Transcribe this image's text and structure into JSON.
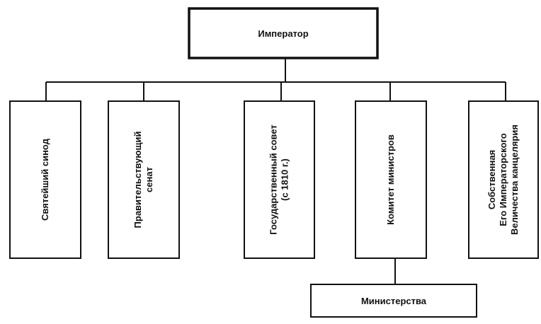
{
  "root": {
    "label": "Император"
  },
  "children": [
    {
      "lines": [
        "Святейший синод"
      ]
    },
    {
      "lines": [
        "Правительствующий",
        "сенат"
      ]
    },
    {
      "lines": [
        "Государственный совет",
        "(с 1810 г.)"
      ]
    },
    {
      "lines": [
        "Комитет министров"
      ]
    },
    {
      "lines": [
        "Собственная",
        "Его Императорского",
        "Величества канцелярия"
      ]
    }
  ],
  "sub": {
    "label": "Министерства"
  }
}
